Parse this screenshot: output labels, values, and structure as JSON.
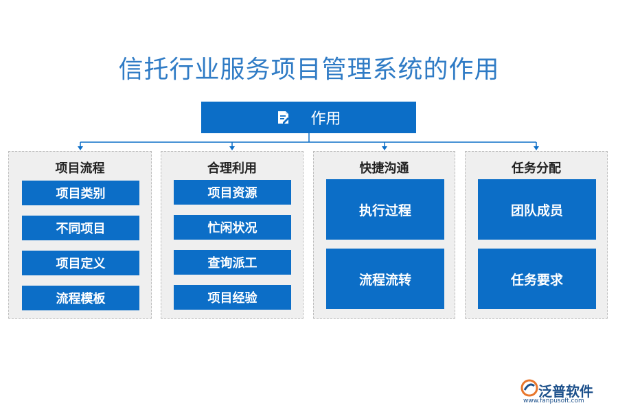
{
  "title": "信托行业服务项目管理系统的作用",
  "root": {
    "label": "作用",
    "icon": "document-edit-icon"
  },
  "panels": [
    {
      "title": "项目流程",
      "items": [
        "项目类别",
        "不同项目",
        "项目定义",
        "流程模板"
      ]
    },
    {
      "title": "合理利用",
      "items": [
        "项目资源",
        "忙闲状况",
        "查询派工",
        "项目经验"
      ]
    },
    {
      "title": "快捷沟通",
      "items": [
        "执行过程",
        "流程流转"
      ]
    },
    {
      "title": "任务分配",
      "items": [
        "团队成员",
        "任务要求"
      ]
    }
  ],
  "logo": {
    "brand": "泛普软件",
    "url": "www.fanpusoft.com",
    "icon": "fanpu-logo-icon"
  },
  "colors": {
    "box": "#0c6ec7",
    "title": "#2f7bc5",
    "panel_bg": "#efefef"
  }
}
